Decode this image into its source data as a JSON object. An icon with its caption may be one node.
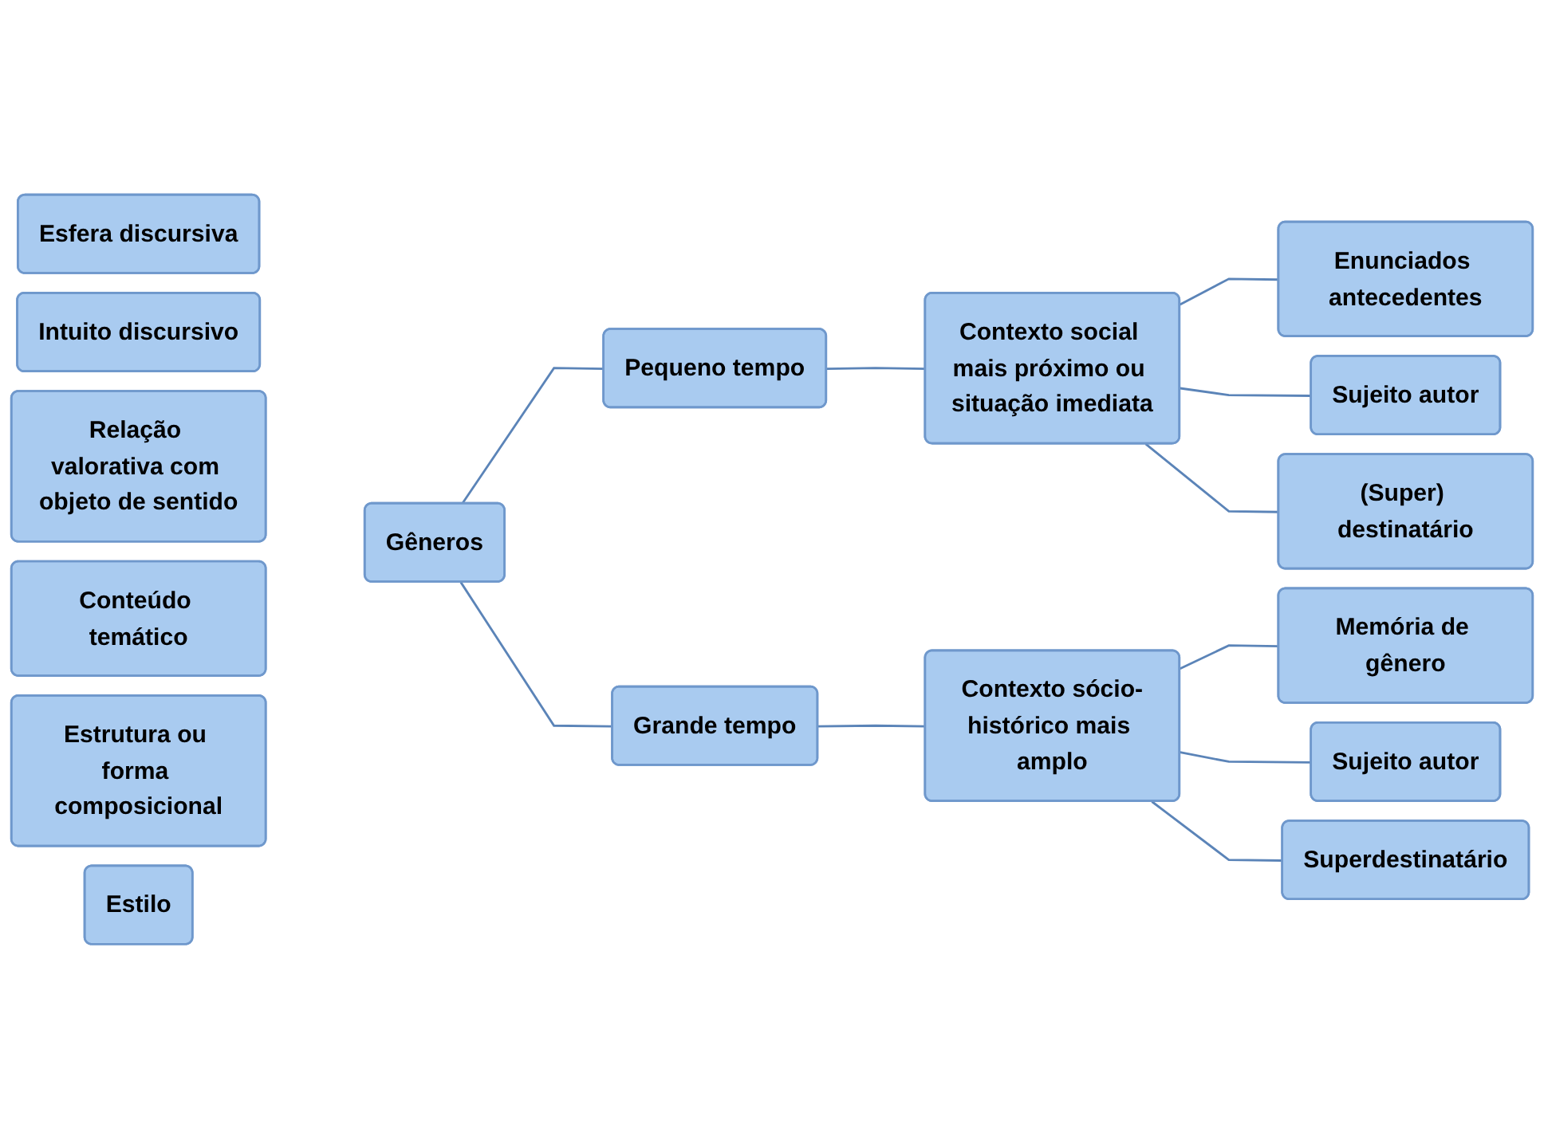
{
  "diagram": {
    "nodes": [
      {
        "text": [
          "Esfera discursiva"
        ]
      },
      {
        "text": [
          "Intuito discursivo"
        ]
      },
      {
        "text": [
          "Relação valorativa com objeto de sentido"
        ]
      },
      {
        "text": [
          "Gêneros"
        ]
      },
      {
        "text": [
          "Conteúdo temático"
        ]
      },
      {
        "text": [
          "Estrutura ou forma composicional"
        ]
      },
      {
        "text": [
          "Estilo"
        ]
      },
      {
        "text": [
          "Pequeno tempo"
        ]
      },
      {
        "text": [
          "Grande tempo"
        ]
      },
      {
        "text": [
          "Contexto social mais próximo ou situação imediata"
        ]
      },
      {
        "text": [
          "Contexto sócio-histórico mais amplo"
        ]
      },
      {
        "text": [
          "Enunciados antecedentes"
        ]
      },
      {
        "text": [
          "Sujeito autor"
        ]
      },
      {
        "text": [
          "(Super) destinatário"
        ]
      },
      {
        "text": [
          "Memória de gênero"
        ]
      },
      {
        "text": [
          "Sujeito autor"
        ]
      },
      {
        "text": [
          "Superdestinatário"
        ]
      }
    ],
    "edges": [
      {
        "from": 3,
        "to": 7,
        "arrow": "none"
      },
      {
        "from": 3,
        "to": 8,
        "arrow": "none"
      },
      {
        "from": 7,
        "to": 9,
        "arrow": "none"
      },
      {
        "from": 8,
        "to": 10,
        "arrow": "none"
      },
      {
        "from": 9,
        "to": 11,
        "arrow": "none"
      },
      {
        "from": 9,
        "to": 12,
        "arrow": "none"
      },
      {
        "from": 9,
        "to": 13,
        "arrow": "none"
      },
      {
        "from": 10,
        "to": 14,
        "arrow": "none"
      },
      {
        "from": 10,
        "to": 15,
        "arrow": "none"
      },
      {
        "from": 10,
        "to": 16,
        "arrow": "none"
      }
    ]
  }
}
